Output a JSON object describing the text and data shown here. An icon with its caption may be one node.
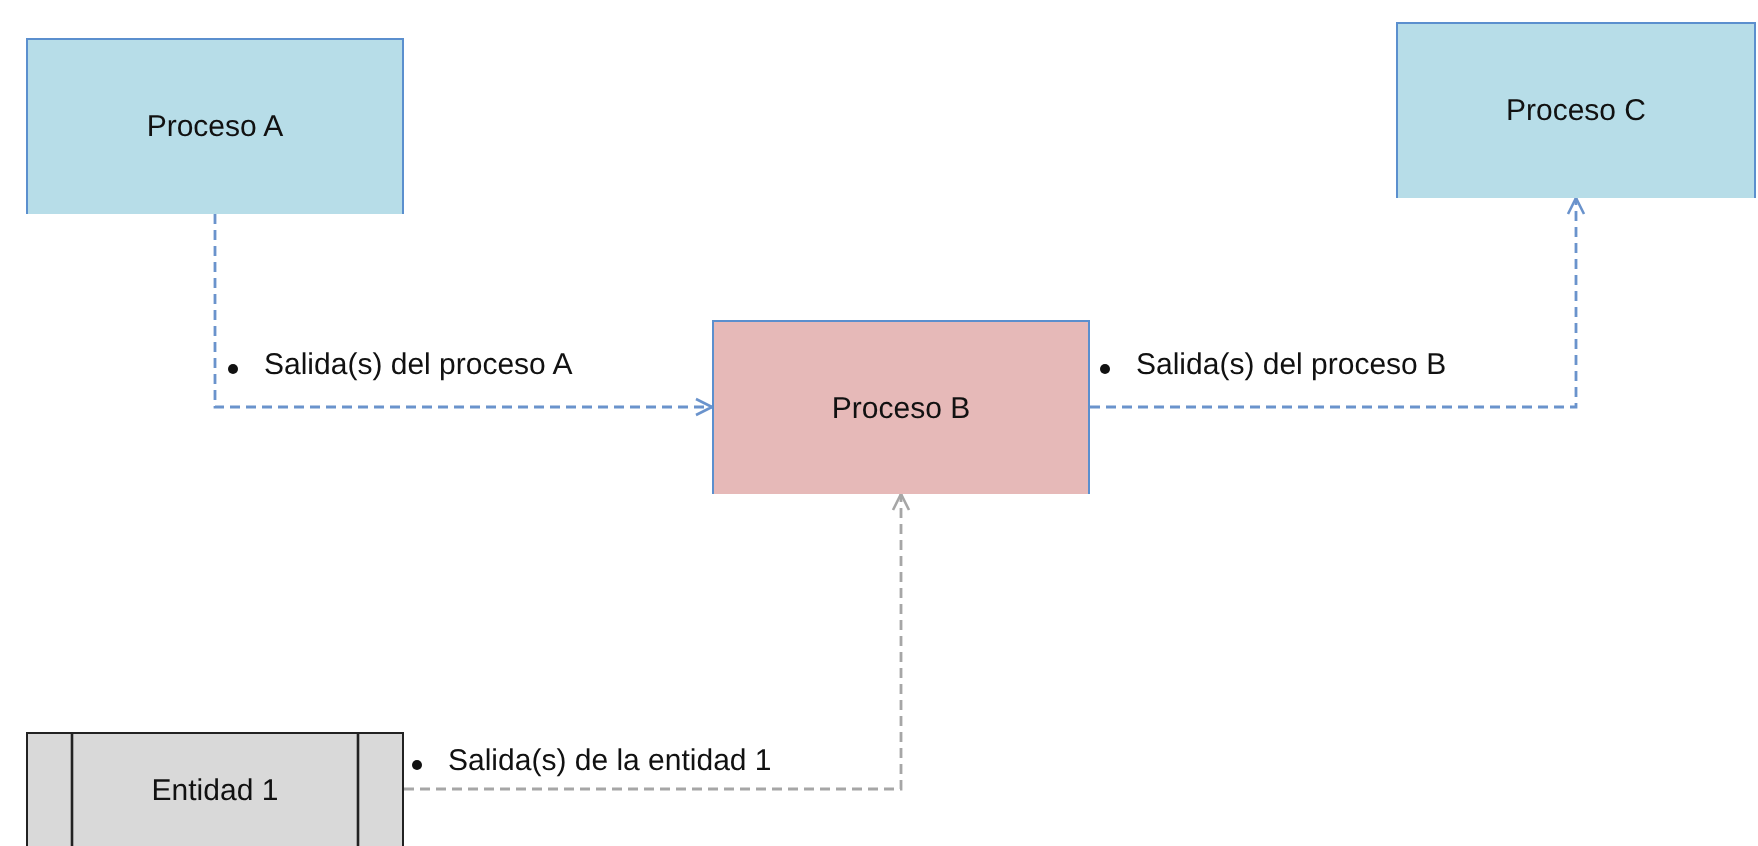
{
  "diagram": {
    "nodes": [
      {
        "text": [
          "Proceso A"
        ]
      },
      {
        "text": [
          "Proceso B"
        ]
      },
      {
        "text": [
          "Proceso C"
        ]
      },
      {
        "text": [
          "Entidad 1"
        ]
      }
    ],
    "edges": [
      {
        "from": 0,
        "to": 1,
        "arrow": "to",
        "label": "Salida(s) del proceso A",
        "style": "dashed"
      },
      {
        "from": 1,
        "to": 2,
        "arrow": "to",
        "label": "Salida(s) del proceso B",
        "style": "dashed"
      },
      {
        "from": 3,
        "to": 1,
        "arrow": "to",
        "label": "Salida(s) de la entidad 1",
        "style": "dashed",
        "color": "#a6a6a6"
      }
    ]
  }
}
